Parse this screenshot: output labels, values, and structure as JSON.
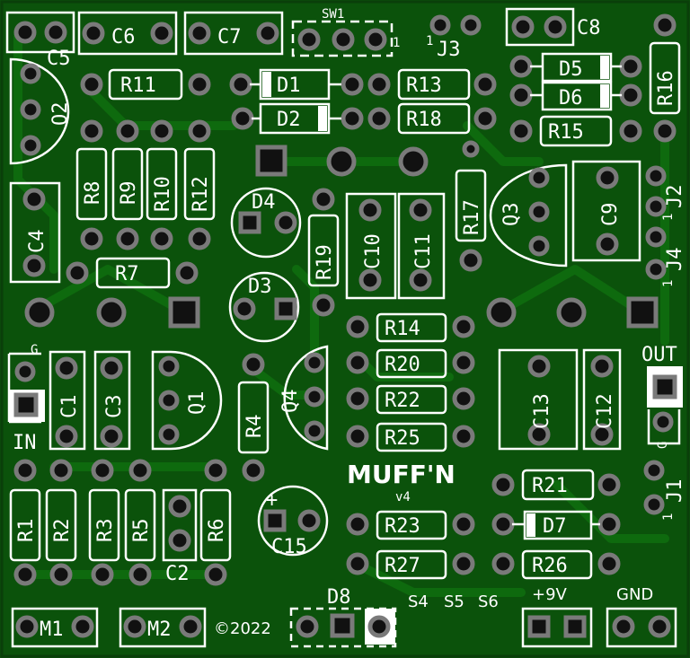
{
  "title": "MUFF'N",
  "version": "v4",
  "copyright": "©2022",
  "labels": {
    "C1": "C1",
    "C2": "C2",
    "C3": "C3",
    "C4": "C4",
    "C5": "C5",
    "C6": "C6",
    "C7": "C7",
    "C8": "C8",
    "C9": "C9",
    "C10": "C10",
    "C11": "C11",
    "C12": "C12",
    "C13": "C13",
    "C15": "C15",
    "R1": "R1",
    "R2": "R2",
    "R3": "R3",
    "R4": "R4",
    "R5": "R5",
    "R6": "R6",
    "R7": "R7",
    "R8": "R8",
    "R9": "R9",
    "R10": "R10",
    "R11": "R11",
    "R12": "R12",
    "R13": "R13",
    "R14": "R14",
    "R15": "R15",
    "R16": "R16",
    "R17": "R17",
    "R18": "R18",
    "R19": "R19",
    "R20": "R20",
    "R21": "R21",
    "R22": "R22",
    "R23": "R23",
    "R25": "R25",
    "R26": "R26",
    "R27": "R27",
    "D1": "D1",
    "D2": "D2",
    "D3": "D3",
    "D4": "D4",
    "D5": "D5",
    "D6": "D6",
    "D7": "D7",
    "D8": "D8",
    "Q1": "Q1",
    "Q2": "Q2",
    "Q3": "Q3",
    "Q4": "Q4",
    "SW1": "SW1",
    "J1": "J1",
    "J2": "J2",
    "J3": "J3",
    "J4": "J4",
    "IN": "IN",
    "OUT": "OUT",
    "G": "G",
    "plus": "+",
    "M1": "M1",
    "M2": "M2",
    "S4": "S4",
    "S5": "S5",
    "S6": "S6",
    "V9": "+9V",
    "GND": "GND",
    "one": "1"
  }
}
